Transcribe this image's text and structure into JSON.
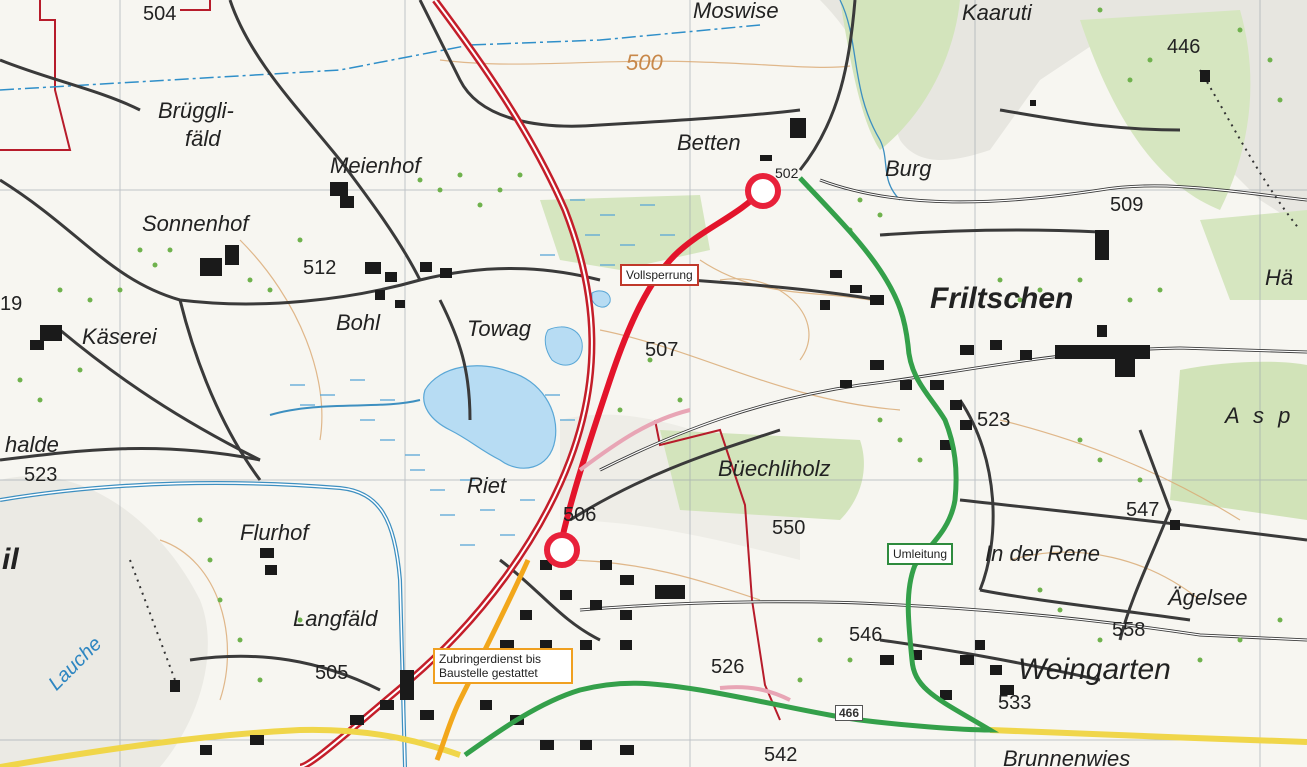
{
  "map": {
    "colors": {
      "closure": "#e3142b",
      "detour": "#34a04a",
      "access": "#f2a71b",
      "main_road": "#c41e2a",
      "water": "#a8d4f0",
      "forest": "#cfe3b5",
      "background": "#f7f6f1"
    },
    "places": [
      {
        "id": "moswise",
        "name": "Moswise",
        "kind": "md"
      },
      {
        "id": "kaaruti",
        "name": "Kaaruti",
        "kind": "md"
      },
      {
        "id": "brueggli1",
        "name": "Brüggli-",
        "kind": "md"
      },
      {
        "id": "brueggli2",
        "name": "fäld",
        "kind": "md"
      },
      {
        "id": "betten",
        "name": "Betten",
        "kind": "md"
      },
      {
        "id": "burg",
        "name": "Burg",
        "kind": "md"
      },
      {
        "id": "meienhof",
        "name": "Meienhof",
        "kind": "md"
      },
      {
        "id": "sonnenhof",
        "name": "Sonnenhof",
        "kind": "md"
      },
      {
        "id": "friltschen",
        "name": "Friltschen",
        "kind": "lg"
      },
      {
        "id": "haer",
        "name": "Hä",
        "kind": "md"
      },
      {
        "id": "kaeserei",
        "name": "Käserei",
        "kind": "md"
      },
      {
        "id": "bohl",
        "name": "Bohl",
        "kind": "md"
      },
      {
        "id": "towag",
        "name": "Towag",
        "kind": "md"
      },
      {
        "id": "asp",
        "name": "A s p",
        "kind": "md"
      },
      {
        "id": "halde",
        "name": "halde",
        "kind": "md"
      },
      {
        "id": "buechliholz",
        "name": "Büechliholz",
        "kind": "md"
      },
      {
        "id": "riet",
        "name": "Riet",
        "kind": "md"
      },
      {
        "id": "flurhof",
        "name": "Flurhof",
        "kind": "md"
      },
      {
        "id": "il",
        "name": "il",
        "kind": "lg"
      },
      {
        "id": "inderrene",
        "name": "In der Rene",
        "kind": "md"
      },
      {
        "id": "aegelsee",
        "name": "Ägelsee",
        "kind": "md"
      },
      {
        "id": "langfaeld",
        "name": "Langfäld",
        "kind": "md"
      },
      {
        "id": "weingarten",
        "name": "Weingarten",
        "kind": "lg"
      },
      {
        "id": "brunnenwies",
        "name": "Brunnenwies",
        "kind": "md"
      }
    ],
    "water_label": "Lauche",
    "contour_label": "500",
    "elevations": [
      {
        "id": "e504",
        "text": "504"
      },
      {
        "id": "e446",
        "text": "446"
      },
      {
        "id": "e509",
        "text": "509"
      },
      {
        "id": "e512",
        "text": "512"
      },
      {
        "id": "e19",
        "text": "19"
      },
      {
        "id": "e507",
        "text": "507"
      },
      {
        "id": "e523a",
        "text": "523"
      },
      {
        "id": "e523b",
        "text": "523"
      },
      {
        "id": "e547",
        "text": "547"
      },
      {
        "id": "e506",
        "text": "506"
      },
      {
        "id": "e550",
        "text": "550"
      },
      {
        "id": "e546",
        "text": "546"
      },
      {
        "id": "e558",
        "text": "558"
      },
      {
        "id": "e526",
        "text": "526"
      },
      {
        "id": "e505",
        "text": "505"
      },
      {
        "id": "e533",
        "text": "533"
      },
      {
        "id": "e542",
        "text": "542"
      },
      {
        "id": "e502",
        "text": "502"
      }
    ],
    "road_number": "466",
    "callouts": {
      "closure": "Vollsperrung",
      "detour": "Umleitung",
      "access": "Zubringerdienst bis Baustelle gestattet"
    }
  }
}
